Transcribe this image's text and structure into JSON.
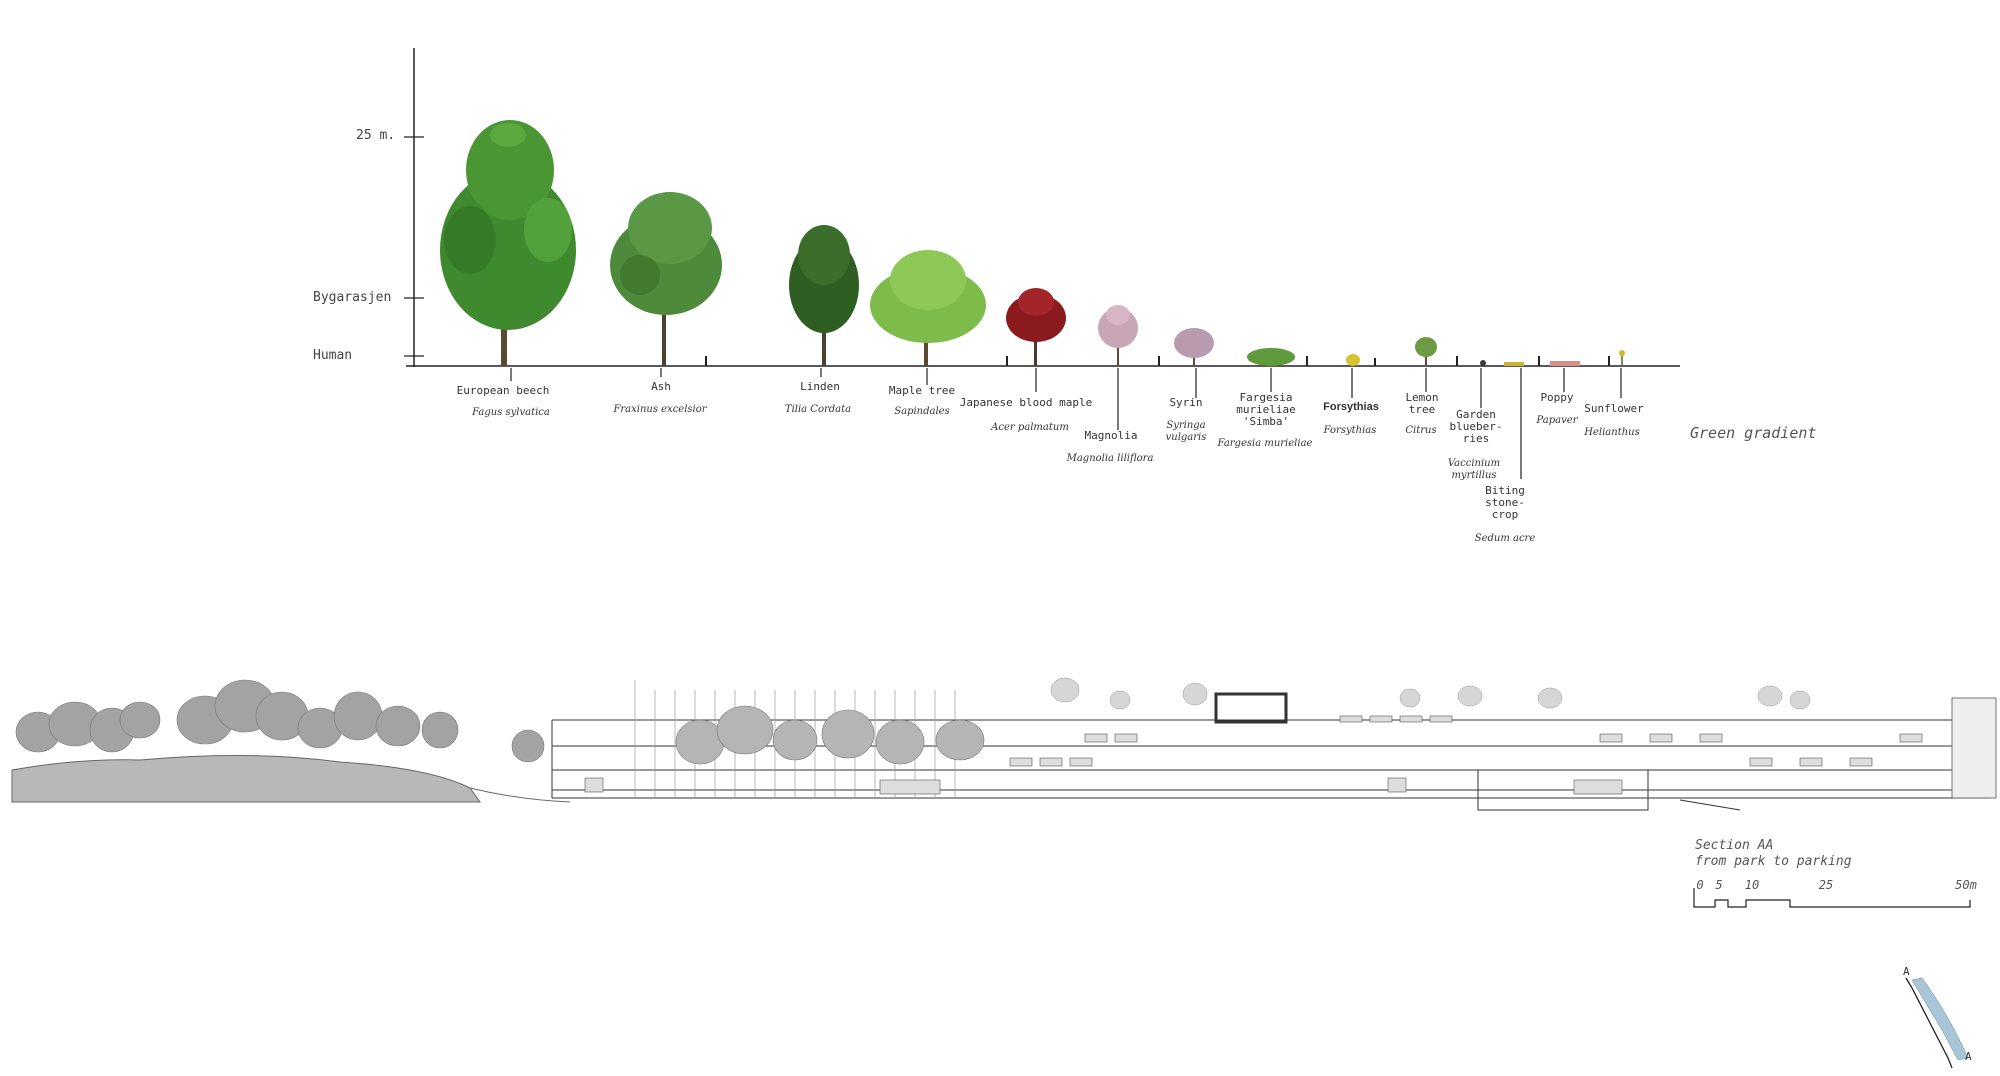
{
  "y_axis": {
    "labels": [
      {
        "text": "25 m.",
        "level": "25m"
      },
      {
        "text": "Bygarasjen",
        "level": "garage"
      },
      {
        "text": "Human",
        "level": "human"
      }
    ]
  },
  "species": [
    {
      "common": "European beech",
      "latin": "Fagus sylvatica"
    },
    {
      "common": "Ash",
      "latin": "Fraxinus excelsior"
    },
    {
      "common": "Linden",
      "latin": "Tilia Cordata"
    },
    {
      "common": "Maple tree",
      "latin": "Sapindales"
    },
    {
      "common": "Japanese blood maple",
      "latin": "Acer palmatum"
    },
    {
      "common": "Magnolia",
      "latin": "Magnolia liliflora"
    },
    {
      "common": "Syrin",
      "latin": "Syringa\nvulgaris"
    },
    {
      "common": "Fargesia\nmurieliae\n'Simba'",
      "latin": "Fargesia murieliae"
    },
    {
      "common": "Forsythias",
      "latin": "Forsythias"
    },
    {
      "common": "Lemon\ntree",
      "latin": "Citrus"
    },
    {
      "common": "Garden\nblueber-\nries",
      "latin": "Vaccinium\nmyrtillus"
    },
    {
      "common": "Biting\nstone-\ncrop",
      "latin": "Sedum acre"
    },
    {
      "common": "Poppy",
      "latin": "Papaver"
    },
    {
      "common": "Sunflower",
      "latin": "Helianthus"
    }
  ],
  "legend_text": "Green gradient",
  "section": {
    "title": "Section AA",
    "subtitle": "from park to parking"
  },
  "scale_bar": {
    "ticks": [
      "0",
      "5",
      "10",
      "25",
      "50m"
    ]
  },
  "section_marker": {
    "top": "A",
    "bottom": "A"
  },
  "colors": {
    "beech": "#3f8a2e",
    "ash": "#4d8a3b",
    "linden": "#2f5e22",
    "maple": "#7dbb4a",
    "blood_maple": "#8a1a1e",
    "magnolia": "#c9a6b6",
    "syrin": "#b99bb0",
    "fargesia": "#5f9a3c",
    "forsythia": "#d8c22e",
    "lemon": "#6c9a45",
    "marker_fill": "#a9c6d8"
  }
}
